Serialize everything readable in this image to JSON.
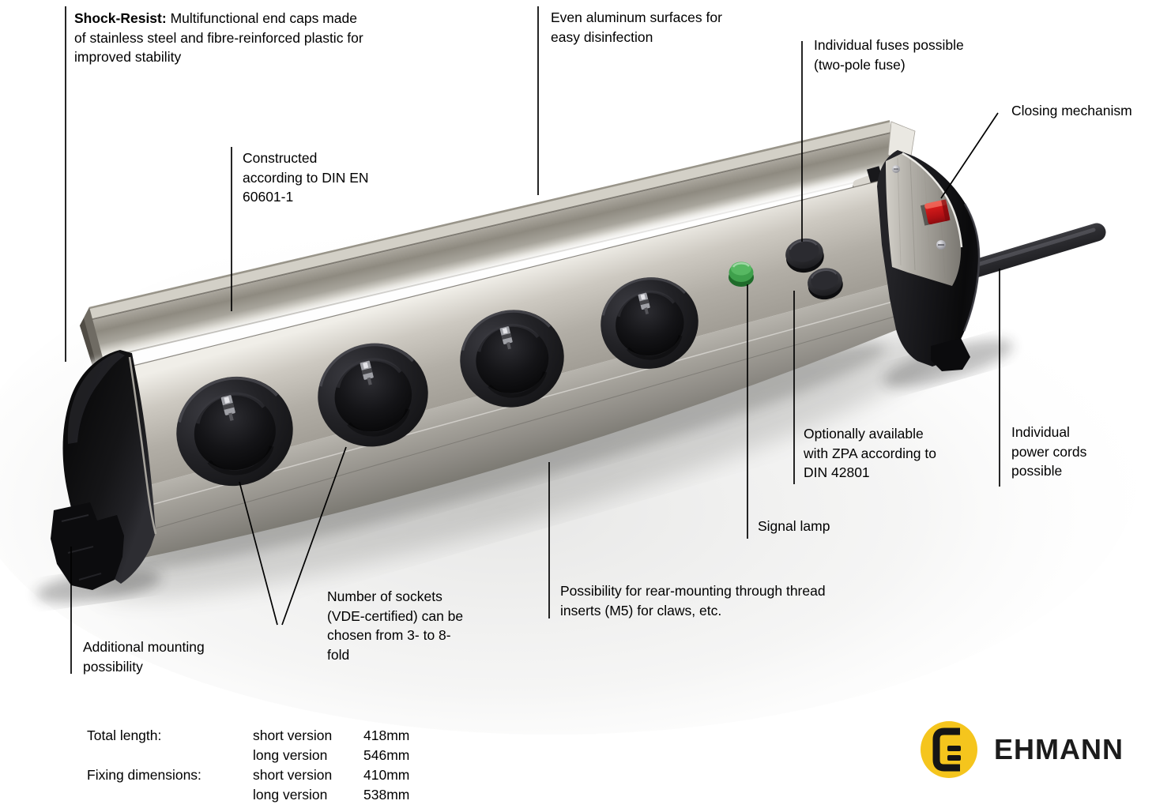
{
  "annotations": {
    "shock": {
      "bold": "Shock-Resist:",
      "rest": [
        " Multifunctional end caps made",
        "of stainless steel and fibre-reinforced plastic for",
        "improved stability"
      ]
    },
    "aluminum": {
      "lines": [
        "Even aluminum surfaces for",
        "easy disinfection"
      ]
    },
    "fuses": {
      "lines": [
        "Individual fuses possible",
        "(two-pole fuse)"
      ]
    },
    "closing": {
      "label": "Closing mechanism"
    },
    "constructed": {
      "lines": [
        "Constructed",
        "according to DIN EN",
        "60601-1"
      ]
    },
    "zpa": {
      "lines": [
        "Optionally available",
        "with ZPA according to",
        "DIN 42801"
      ]
    },
    "power_cords": {
      "lines": [
        "Individual",
        "power cords",
        "possible"
      ]
    },
    "signal_lamp": {
      "label": "Signal lamp"
    },
    "rear_mount": {
      "lines": [
        "Possibility for rear-mounting through thread",
        "inserts (M5) for claws, etc."
      ]
    },
    "num_sockets": {
      "lines": [
        "Number of sockets",
        "(VDE-certified) can be",
        "chosen from 3- to 8-",
        "fold"
      ]
    },
    "mounting": {
      "lines": [
        "Additional mounting",
        "possibility"
      ]
    }
  },
  "specs": {
    "rows": [
      {
        "label": "Total length:",
        "version": "short version",
        "value": "418mm"
      },
      {
        "label": "",
        "version": "long version",
        "value": "546mm"
      },
      {
        "label": "Fixing dimensions:",
        "version": "short version",
        "value": "410mm"
      },
      {
        "label": "",
        "version": "long version",
        "value": "538mm"
      }
    ]
  },
  "brand": {
    "name": "EHMANN"
  },
  "colors": {
    "logo_yellow": "#F5C51D",
    "signal_green": "#44A24E",
    "closing_red": "#C41717",
    "aluminum_body": "#B2AEA6",
    "cap_black": "#141417"
  }
}
